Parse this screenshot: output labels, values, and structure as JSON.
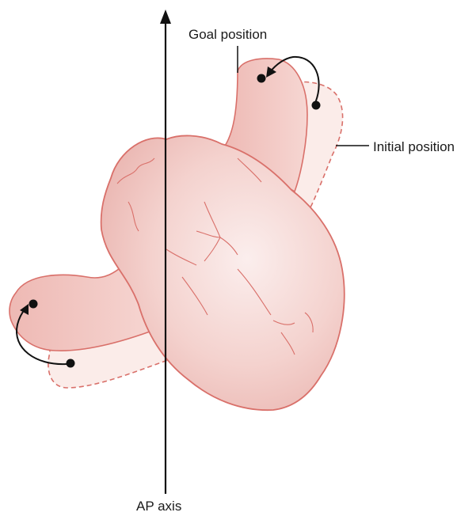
{
  "labels": {
    "goal": "Goal position",
    "initial": "Initial position",
    "axis": "AP axis"
  },
  "colors": {
    "fill_main": "#f2c7c3",
    "fill_light": "#f8e3df",
    "outline": "#d9706a",
    "ink": "#111111"
  }
}
